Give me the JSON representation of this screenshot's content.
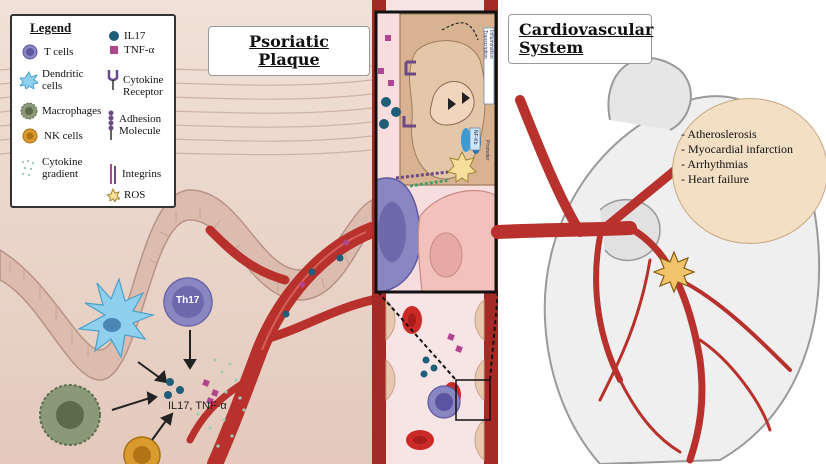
{
  "panels": {
    "left_title": "Psoriatic Plaque",
    "right_title_line1": "Cardiovascular",
    "right_title_line2": "System"
  },
  "legend": {
    "title": "Legend",
    "items": [
      {
        "label": "T cells",
        "icon": "t-cell-icon"
      },
      {
        "label": "Dendritic cells",
        "icon": "dendritic-cell-icon"
      },
      {
        "label": "Macrophages",
        "icon": "macrophage-icon"
      },
      {
        "label": "NK cells",
        "icon": "nk-cell-icon"
      },
      {
        "label": "Cytokine gradient",
        "icon": "cytokine-gradient-icon"
      },
      {
        "label": "IL17",
        "icon": "il17-icon"
      },
      {
        "label": "TNF-α",
        "icon": "tnf-alpha-icon"
      },
      {
        "label": "Cytokine Receptor",
        "icon": "cytokine-receptor-icon"
      },
      {
        "label": "Adhesion Molecule",
        "icon": "adhesion-molecule-icon"
      },
      {
        "label": "Integrins",
        "icon": "integrin-icon"
      },
      {
        "label": "ROS",
        "icon": "ros-icon"
      }
    ]
  },
  "plaque": {
    "th17_label": "Th17",
    "cytokines_label": "IL17, TNF-α"
  },
  "vessel": {
    "label_a": "Inflammation",
    "label_b": "Transcription",
    "label_nfkb": "NF-Kb",
    "label_promoter": "Promoter"
  },
  "conditions": [
    "- Atheroslerosis",
    "- Myocardial infarction",
    "- Arrhythmias",
    "- Heart failure"
  ],
  "colors": {
    "skin": "#e9d2c4",
    "vessel": "#b8312c",
    "t_cell": "#8a86c2",
    "il17": "#1f5d78",
    "tnf": "#b0478e",
    "dendritic": "#8fd0ee",
    "macrophage": "#8a9a78",
    "nk": "#d99a2e",
    "heart_fill": "#efefef"
  }
}
